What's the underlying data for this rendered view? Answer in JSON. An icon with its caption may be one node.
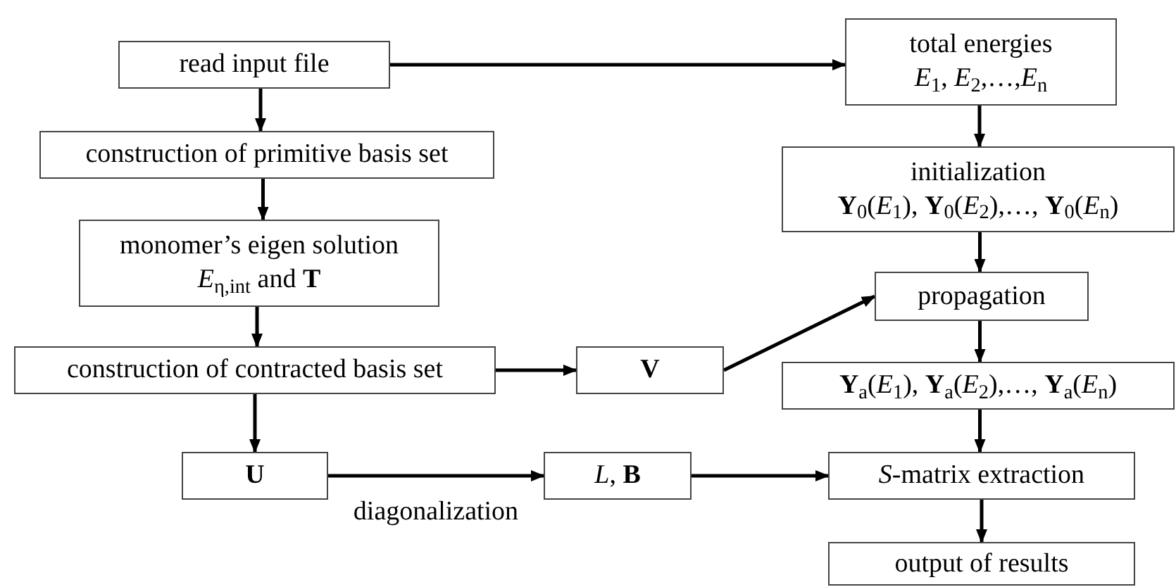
{
  "diagram": {
    "nodes": [
      {
        "text": [
          "read input file"
        ]
      },
      {
        "text": [
          "construction of primitive basis set"
        ]
      },
      {
        "text": [
          "monomer’s eigen solution",
          "*E*$_{η,int}$ and **T**"
        ]
      },
      {
        "text": [
          "construction of contracted basis set"
        ]
      },
      {
        "text": [
          "U"
        ]
      },
      {
        "text": [
          "*L*, **B**"
        ]
      },
      {
        "text": [
          "V"
        ]
      },
      {
        "text": [
          "total energies",
          "*E*$_{1}$, *E*$_{2}$,…,*E*$_{n}$"
        ]
      },
      {
        "text": [
          "initialization",
          "**Y**$_{0}$(*E*$_{1}$), **Y**$_{0}$(*E*$_{2}$),…, **Y**$_{0}$(*E*$_{n}$)"
        ]
      },
      {
        "text": [
          "propagation"
        ]
      },
      {
        "text": [
          "**Y**$_{a}$(*E*$_{1}$), **Y**$_{a}$(*E*$_{2}$),…, **Y**$_{a}$(*E*$_{n}$)"
        ]
      },
      {
        "text": [
          "*S*-matrix extraction"
        ]
      },
      {
        "text": [
          "output of results"
        ]
      }
    ],
    "edges": [
      {
        "from": 0,
        "to": 7,
        "arrow": "to"
      },
      {
        "from": 0,
        "to": 1,
        "arrow": "to"
      },
      {
        "from": 1,
        "to": 2,
        "arrow": "to"
      },
      {
        "from": 2,
        "to": 3,
        "arrow": "to"
      },
      {
        "from": 3,
        "to": 6,
        "arrow": "to"
      },
      {
        "from": 3,
        "to": 4,
        "arrow": "to"
      },
      {
        "from": 4,
        "to": 5,
        "arrow": "to",
        "label": "diagonalization"
      },
      {
        "from": 5,
        "to": 11,
        "arrow": "to"
      },
      {
        "from": 6,
        "to": 9,
        "arrow": "to"
      },
      {
        "from": 7,
        "to": 8,
        "arrow": "to"
      },
      {
        "from": 8,
        "to": 9,
        "arrow": "to"
      },
      {
        "from": 9,
        "to": 10,
        "arrow": "to"
      },
      {
        "from": 10,
        "to": 11,
        "arrow": "to"
      },
      {
        "from": 11,
        "to": 12,
        "arrow": "to"
      }
    ]
  }
}
